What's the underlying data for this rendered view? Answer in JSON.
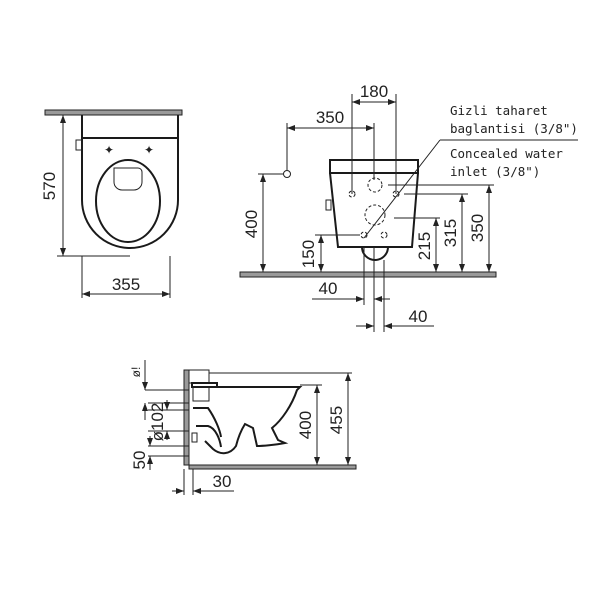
{
  "drawing": {
    "top_view": {
      "depth_label": "570",
      "width_label": "355"
    },
    "front_view": {
      "dims": {
        "d180": "180",
        "d350_horizontal": "350",
        "d400": "400",
        "d150": "150",
        "d215": "215",
        "d315": "315",
        "d350_vertical": "350",
        "d40_left": "40",
        "d40_right": "40"
      },
      "note_tr": {
        "line1": "Gizli taharet",
        "line2": "baglantisi (3/8\")"
      },
      "note_en": {
        "line1": "Concealed water",
        "line2": "inlet (3/8\")"
      }
    },
    "side_view": {
      "dims": {
        "phi_top": "ø!",
        "phi102": "ø102",
        "d50": "50",
        "d30": "30",
        "d400": "400",
        "d455": "455"
      }
    },
    "colors": {
      "line": "#222222",
      "wall_fill": "#9a9a9a",
      "background": "#ffffff"
    }
  }
}
